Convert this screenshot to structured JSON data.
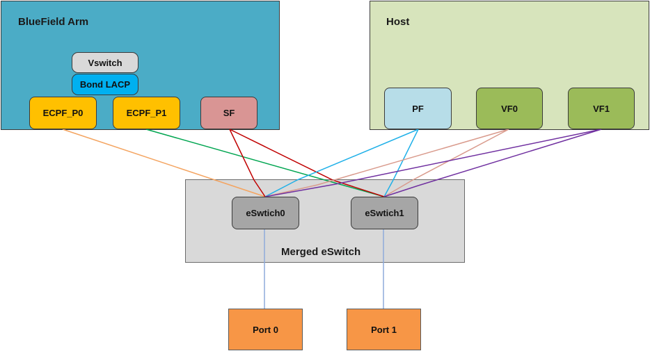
{
  "arm": {
    "title": "BlueField Arm",
    "color": "#4bacc6"
  },
  "host": {
    "title": "Host",
    "color": "#d7e4bc"
  },
  "merged": {
    "title": "Merged eSwitch",
    "color": "#d9d9d9"
  },
  "nodes": {
    "vswitch": "Vswitch",
    "bond": "Bond LACP",
    "ecpf_p0": "ECPF_P0",
    "ecpf_p1": "ECPF_P1",
    "sf": "SF",
    "pf": "PF",
    "vf0": "VF0",
    "vf1": "VF1",
    "eswitch0": "eSwtich0",
    "eswitch1": "eSwtich1",
    "port0": "Port 0",
    "port1": "Port 1"
  },
  "colors": {
    "vswitch": "#d9d9d9",
    "bond": "#00b0f0",
    "ecpf": "#ffc000",
    "sf": "#d99594",
    "pf": "#b7dde8",
    "vf": "#9bbb59",
    "eswitch": "#a6a6a6",
    "port": "#f79646",
    "link_ecpf_p0": "#f4a460",
    "link_ecpf_p1": "#00a550",
    "link_sf": "#c00000",
    "link_pf": "#1fb0e8",
    "link_vf0": "#d99a8c",
    "link_vf1": "#7030a0",
    "link_port": "#8eaadb"
  }
}
